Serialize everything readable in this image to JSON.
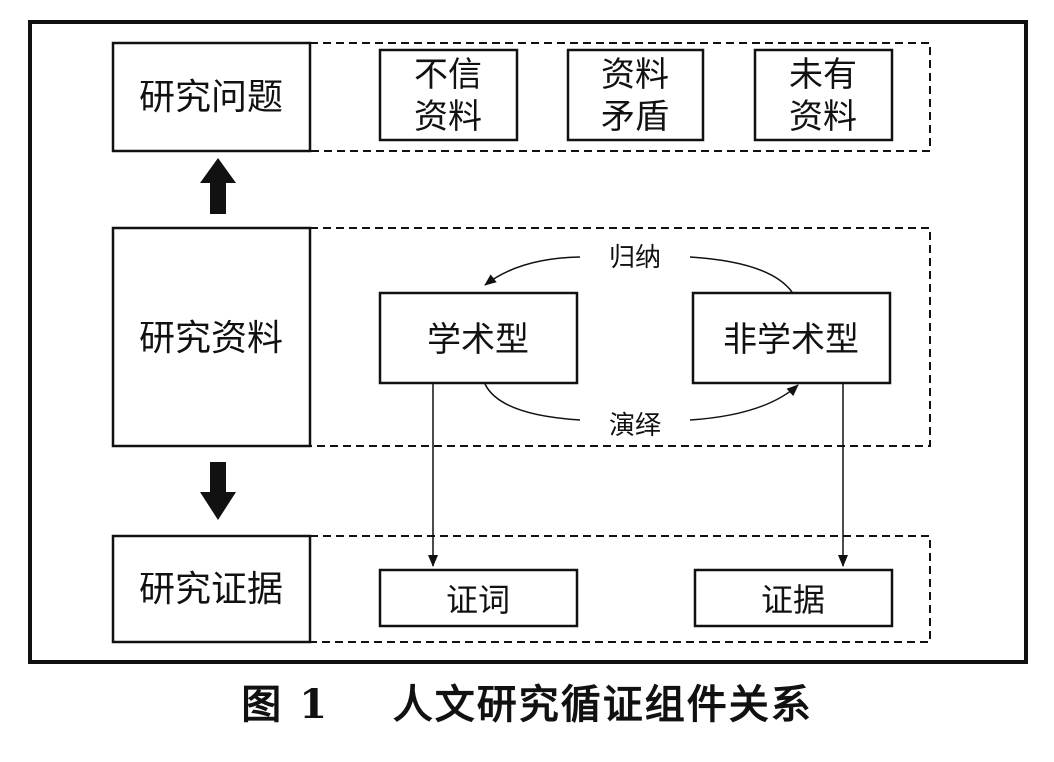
{
  "rows": {
    "problem": {
      "label": "研究问题",
      "items": [
        {
          "line1": "不信",
          "line2": "资料"
        },
        {
          "line1": "资料",
          "line2": "矛盾"
        },
        {
          "line1": "未有",
          "line2": "资料"
        }
      ]
    },
    "material": {
      "label": "研究资料",
      "academic": "学术型",
      "non_academic": "非学术型",
      "induction": "归纳",
      "deduction": "演绎"
    },
    "evidence": {
      "label": "研究证据",
      "testimony": "证词",
      "proof": "证据"
    }
  },
  "caption": {
    "figure": "图 1",
    "title": "人文研究循证组件关系"
  }
}
